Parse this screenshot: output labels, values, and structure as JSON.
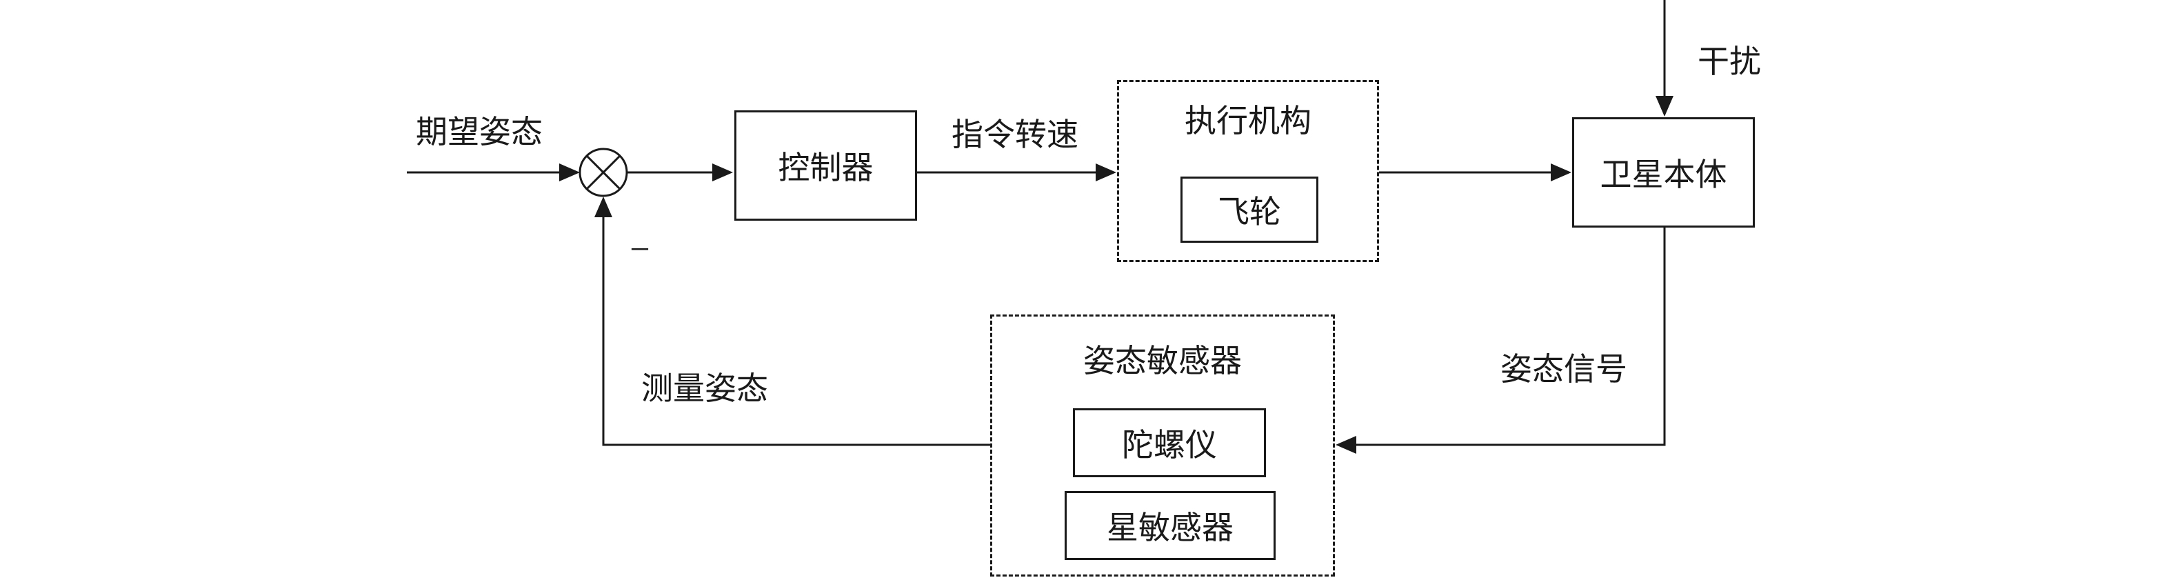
{
  "diagram": {
    "title_hint": "satellite-attitude-control-loop",
    "line_color": "#1a1a1a",
    "labels": {
      "desired_attitude": "期望姿态",
      "minus_sign": "−",
      "command_speed": "指令转速",
      "disturbance": "干扰",
      "attitude_signal": "姿态信号",
      "measured_attitude": "测量姿态"
    },
    "blocks": {
      "controller": "控制器",
      "actuator_group": "执行机构",
      "flywheel": "飞轮",
      "satellite_body": "卫星本体",
      "sensor_group": "姿态敏感器",
      "gyroscope": "陀螺仪",
      "star_sensor": "星敏感器"
    }
  }
}
